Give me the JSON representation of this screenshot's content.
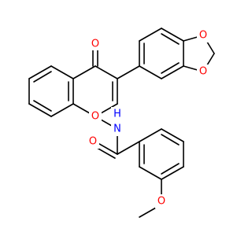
{
  "molecule": {
    "atoms": {
      "o_ketone": "O",
      "o_ring": "O",
      "n_amide": "N",
      "h_amide": "H",
      "o_amide": "O",
      "o_dioxole_top": "O",
      "o_dioxole_bottom": "O",
      "o_methoxy": "O"
    }
  },
  "colors": {
    "bond": "#000000",
    "oxygen": "#ff0000",
    "nitrogen": "#0000ff",
    "background": "#ffffff"
  }
}
